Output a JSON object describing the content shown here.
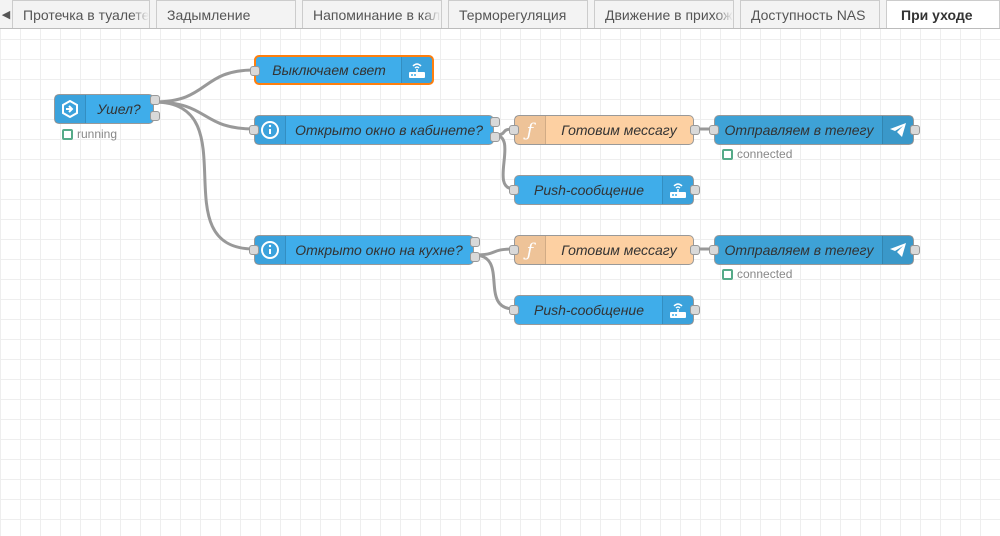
{
  "tabs": [
    {
      "label": "Протечка в туалете"
    },
    {
      "label": "Задымление"
    },
    {
      "label": "Напоминание в календаре"
    },
    {
      "label": "Терморегуляция"
    },
    {
      "label": "Движение в прихожей"
    },
    {
      "label": "Доступность NAS"
    },
    {
      "label": "При уходе"
    }
  ],
  "nodes": {
    "left_gone": {
      "label": "Ушел?",
      "status": "running"
    },
    "lights_off": {
      "label": "Выключаем свет"
    },
    "office_window": {
      "label": "Открыто окно в кабинете?"
    },
    "prepare_msg_1": {
      "label": "Готовим мессагу"
    },
    "send_telegram_1": {
      "label": "Отправляем в телегу",
      "status": "connected"
    },
    "push_1": {
      "label": "Push-сообщение"
    },
    "kitchen_window": {
      "label": "Открыто окно на кухне?"
    },
    "prepare_msg_2": {
      "label": "Готовим мессагу"
    },
    "send_telegram_2": {
      "label": "Отправляем в телегу",
      "status": "connected"
    },
    "push_2": {
      "label": "Push-сообщение"
    }
  },
  "colors": {
    "node_blue": "#3fadea",
    "node_function": "#fdd0a2",
    "node_telegram": "#3ea2d6",
    "selected_border": "#ff7f0e",
    "wire": "#999999",
    "status_ok": "#55aa88"
  },
  "icons": {
    "left_gone": "inject-arrow-icon",
    "lights_off": "router-wifi-icon",
    "window_check": "info-icon",
    "function": "function-icon",
    "telegram": "telegram-plane-icon",
    "push": "router-wifi-icon"
  }
}
